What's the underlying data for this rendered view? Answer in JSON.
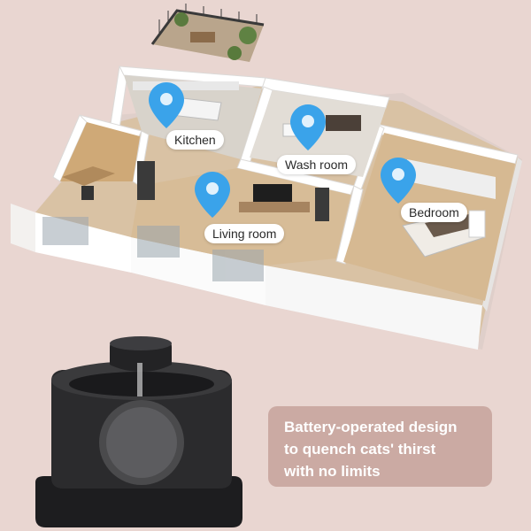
{
  "rooms": {
    "kitchen": "Kitchen",
    "washroom": "Wash room",
    "living_room": "Living room",
    "bedroom": "Bedroom"
  },
  "caption": {
    "line1": "Battery-operated design",
    "line2": "to quench cats' thirst",
    "line3": "with no limits"
  },
  "colors": {
    "background": "#e9d6d1",
    "pin": "#3aa3ea",
    "caption_box": "#c4a099",
    "device": "#2b2b2d"
  }
}
